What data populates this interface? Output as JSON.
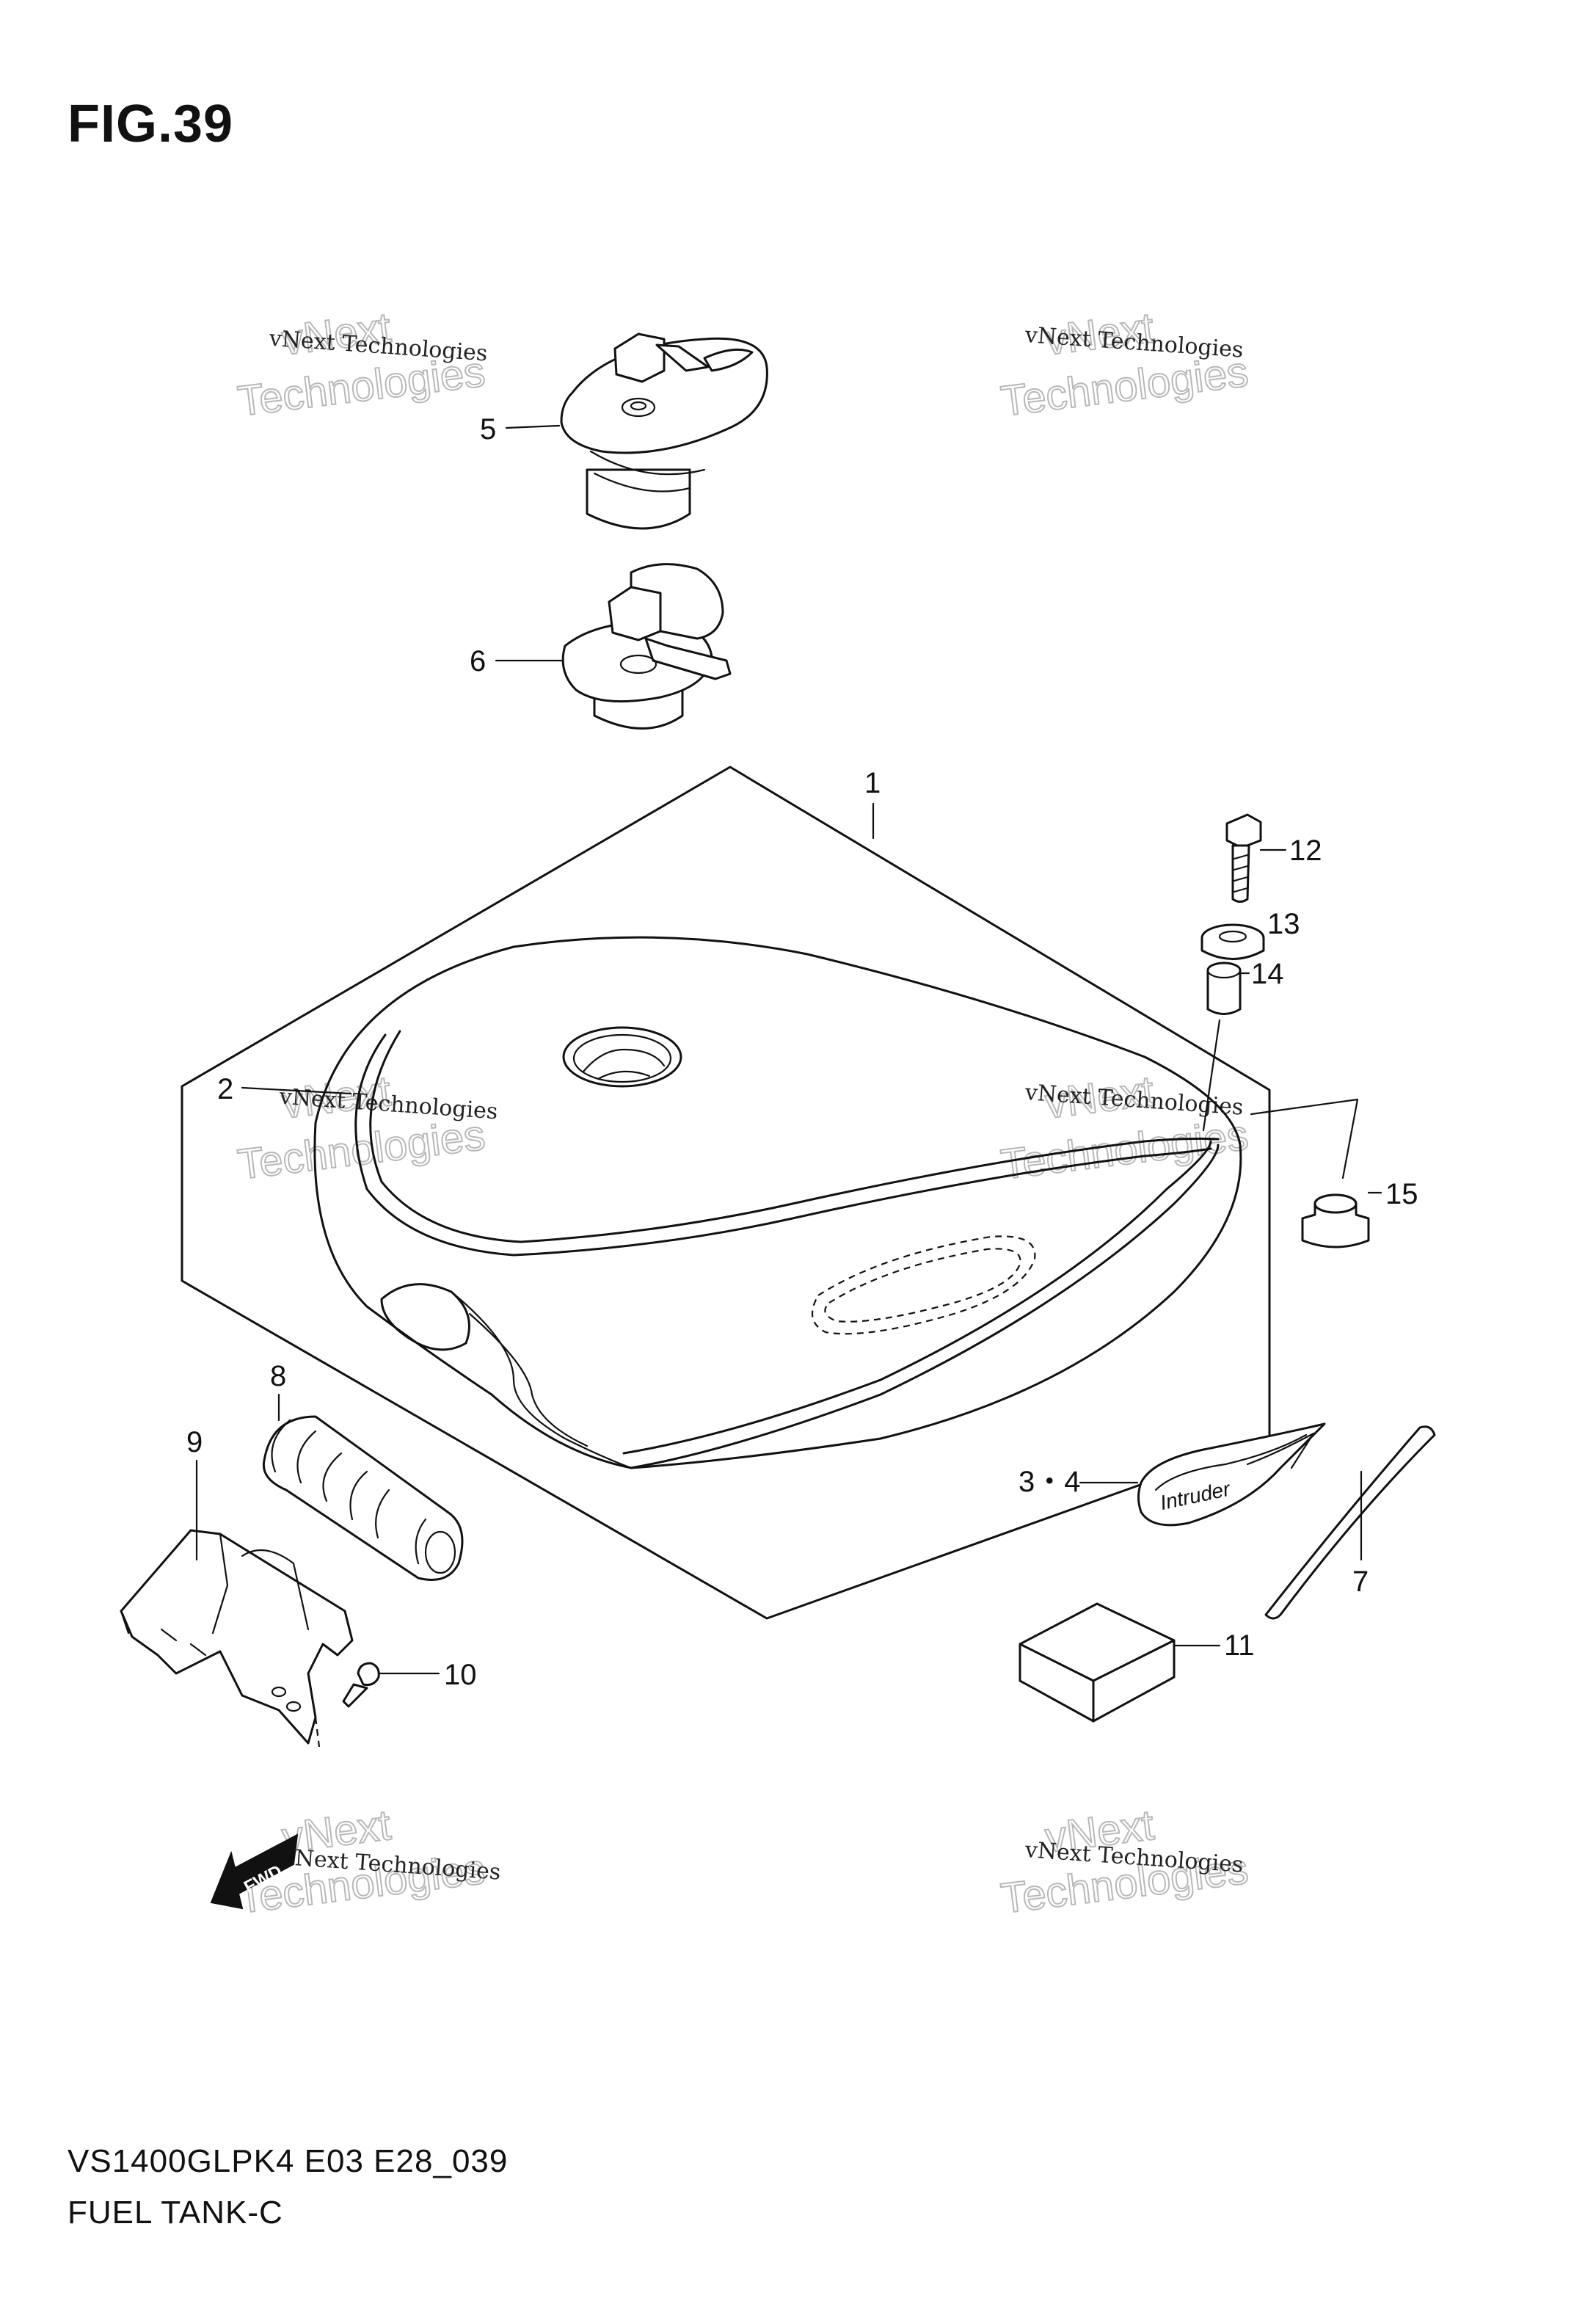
{
  "figure": {
    "title": "FIG.39",
    "model_code": "VS1400GLPK4 E03 E28_039",
    "name": "FUEL TANK-C"
  },
  "watermarks": {
    "company": "vNext Technologies",
    "brand_top": "vNext",
    "brand_bottom": "Technologies"
  },
  "callouts": {
    "c1": "1",
    "c2": "2",
    "c34": "3・4",
    "c5": "5",
    "c6": "6",
    "c7": "7",
    "c8": "8",
    "c9": "9",
    "c10": "10",
    "c11": "11",
    "c12": "12",
    "c13": "13",
    "c14": "14",
    "c15": "15"
  },
  "emblem": {
    "script": "Intruder"
  },
  "fwd_arrow": {
    "label": "FWD"
  }
}
